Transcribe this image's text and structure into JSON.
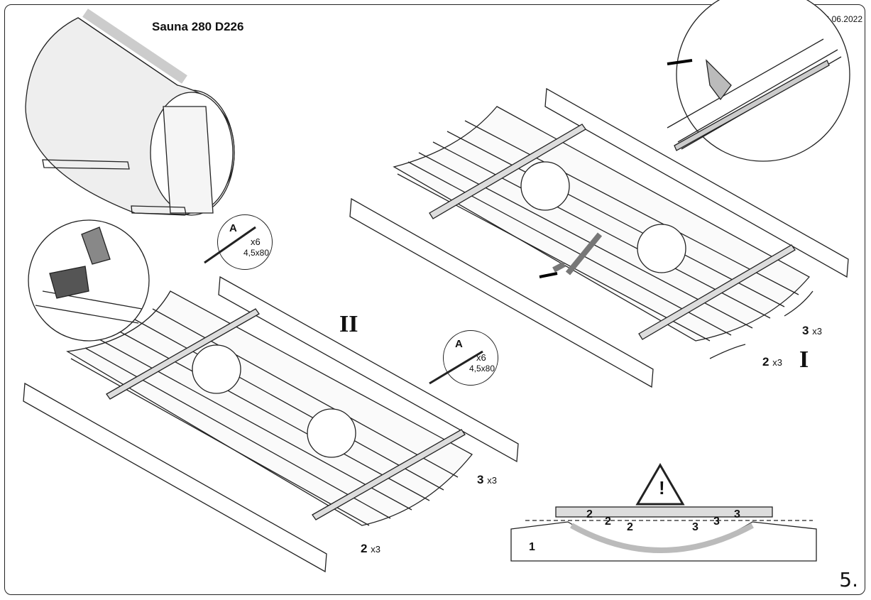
{
  "header": {
    "title": "Sauna 280 D226",
    "date": "06.06.2022"
  },
  "step": {
    "number": "5."
  },
  "stages": {
    "first": "I",
    "second": "II"
  },
  "screw": {
    "letter": "A",
    "count": "x6",
    "size": "4,5x80"
  },
  "quantities": {
    "two": {
      "num": "2",
      "mult": "x3"
    },
    "three": {
      "num": "3",
      "mult": "x3"
    }
  },
  "diagram": {
    "part_label": "1",
    "numbers": [
      "2",
      "2",
      "2",
      "3",
      "3",
      "3"
    ]
  }
}
